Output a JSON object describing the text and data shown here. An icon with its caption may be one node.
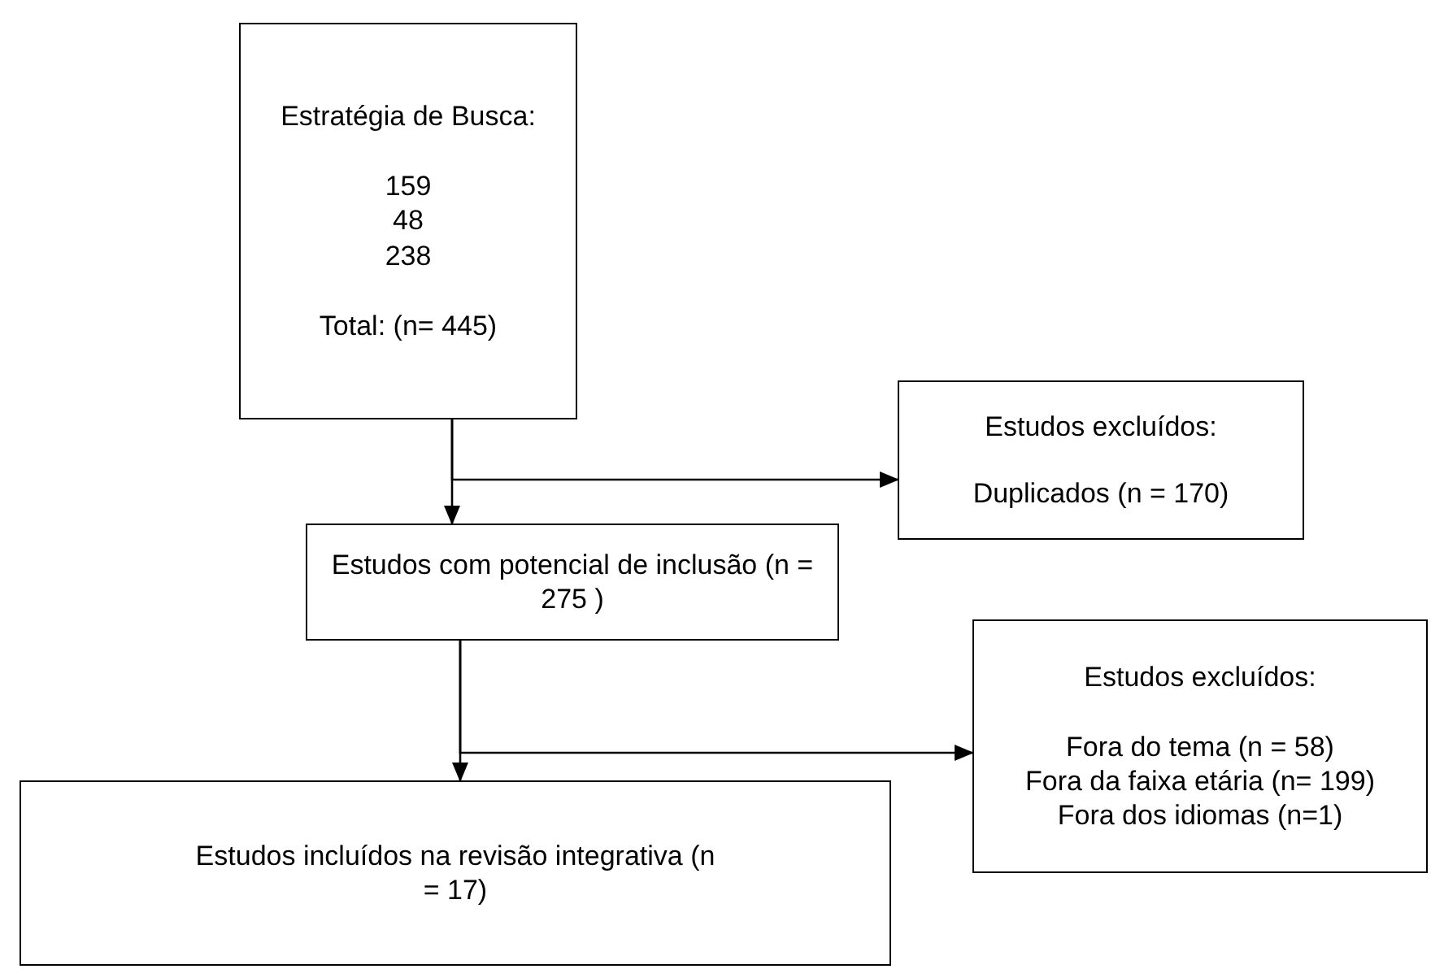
{
  "diagram": {
    "nodes": [
      {
        "text": [
          "Estratégia de Busca:",
          "159",
          "48",
          "238",
          "Total: (n= 445)"
        ]
      },
      {
        "text": [
          "Estudos excluídos:",
          "Duplicados (n = 170)"
        ]
      },
      {
        "text": [
          "Estudos com potencial de inclusão (n = 275 )"
        ]
      },
      {
        "text": [
          "Estudos excluídos:",
          "Fora do tema (n = 58)",
          "Fora da faixa etária (n= 199)",
          "Fora dos idiomas (n=1)"
        ]
      },
      {
        "text": [
          "Estudos incluídos na revisão integrativa (n = 17)"
        ]
      }
    ],
    "edges": [
      {
        "from": 0,
        "to": 2,
        "arrow": "to"
      },
      {
        "from": 0,
        "to": 1,
        "arrow": "to"
      },
      {
        "from": 2,
        "to": 4,
        "arrow": "to"
      },
      {
        "from": 2,
        "to": 3,
        "arrow": "to"
      }
    ]
  }
}
